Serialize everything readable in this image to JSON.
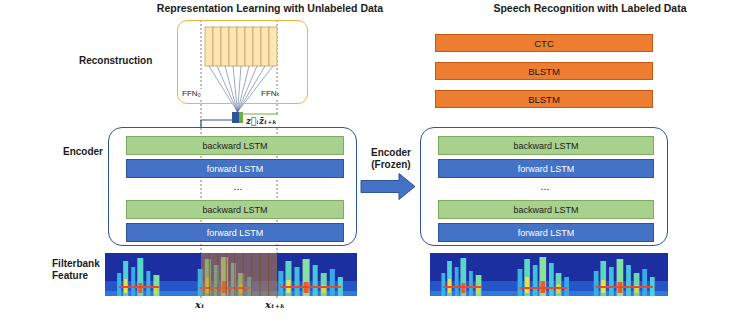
{
  "diagram": {
    "nodes": [
      {
        "text": [
          "Reconstruction",
          "FFN₀",
          "FFNₖ"
        ]
      },
      {
        "text": [
          "Encoder"
        ]
      },
      {
        "text": [
          "backward LSTM"
        ],
        "in": 1
      },
      {
        "text": [
          "forward LSTM"
        ],
        "in": 1
      },
      {
        "text": [
          "backward LSTM"
        ],
        "in": 1
      },
      {
        "text": [
          "forward LSTM"
        ],
        "in": 1
      },
      {
        "text": [
          "Encoder (Frozen)"
        ]
      },
      {
        "text": [
          "backward LSTM"
        ],
        "in": 6
      },
      {
        "text": [
          "forward LSTM"
        ],
        "in": 6
      },
      {
        "text": [
          "backward LSTM"
        ],
        "in": 6
      },
      {
        "text": [
          "forward LSTM"
        ],
        "in": 6
      },
      {
        "text": [
          "CTC"
        ]
      },
      {
        "text": [
          "BLSTM"
        ]
      },
      {
        "text": [
          "BLSTM"
        ]
      }
    ],
    "edges": [
      {
        "from": 1,
        "to": 6,
        "arrow": "to"
      }
    ],
    "labels": [
      "Representation Learning with Unlabeled Data",
      "Speech Recognition with Labeled Data",
      "Filterbank Feature",
      "...",
      "...",
      "z⃗ₜ",
      "z̄ₜ₊ₖ",
      "xₜ",
      "xₜ₊ₖ"
    ]
  }
}
